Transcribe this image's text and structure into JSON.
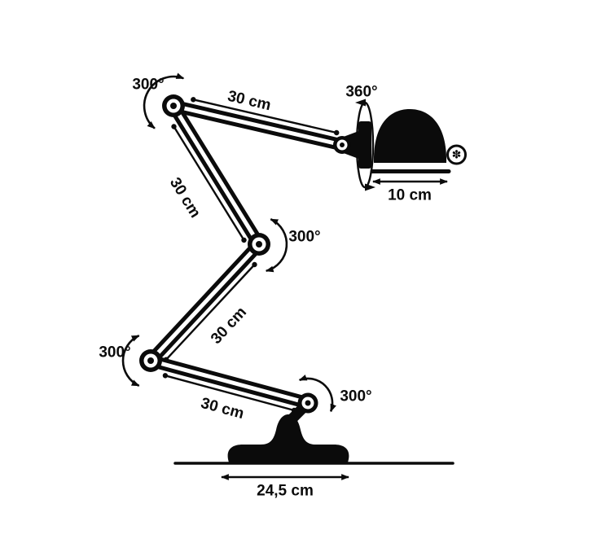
{
  "colors": {
    "ink": "#0b0b0b",
    "background": "#ffffff"
  },
  "lamp": {
    "rotations": {
      "shoulder": "300°",
      "head": "360°",
      "middle": "300°",
      "lower": "300°",
      "base": "300°"
    },
    "lengths": {
      "arm_top": "30 cm",
      "arm_upper": "30 cm",
      "arm_lower": "30 cm",
      "arm_bottom": "30 cm",
      "shade": "10 cm",
      "base": "24,5 cm"
    },
    "icons": {
      "shade_logo": "✽"
    }
  }
}
